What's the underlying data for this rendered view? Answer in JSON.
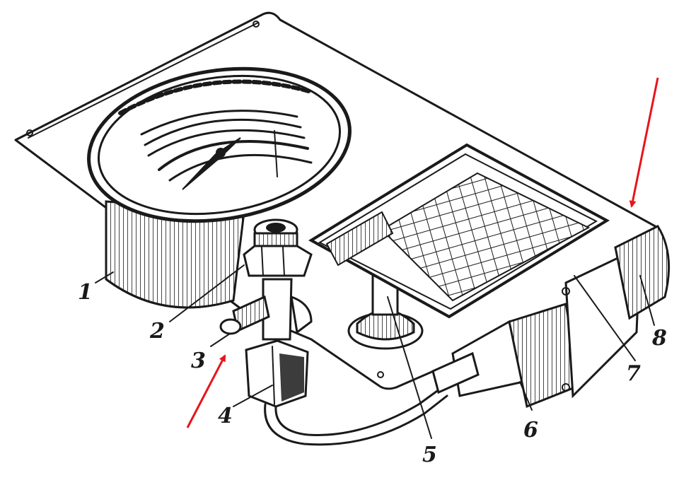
{
  "callouts": [
    {
      "id": "1",
      "text": "1"
    },
    {
      "id": "2",
      "text": "2"
    },
    {
      "id": "3",
      "text": "3"
    },
    {
      "id": "4",
      "text": "4"
    },
    {
      "id": "5",
      "text": "5"
    },
    {
      "id": "6",
      "text": "6"
    },
    {
      "id": "7",
      "text": "7"
    },
    {
      "id": "8",
      "text": "8"
    }
  ],
  "colors": {
    "ink": "#1a1a1a",
    "arrow": "#e8141b",
    "paper": "#ffffff"
  }
}
